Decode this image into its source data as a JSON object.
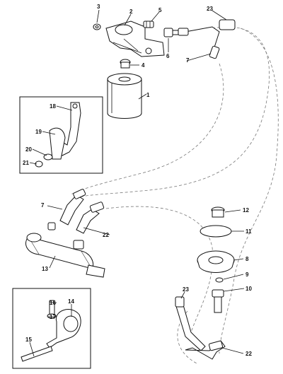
{
  "parts": [
    {
      "id": "p1",
      "label": "1"
    },
    {
      "id": "p2",
      "label": "2"
    },
    {
      "id": "p3",
      "label": "3"
    },
    {
      "id": "p4",
      "label": "4"
    },
    {
      "id": "p5",
      "label": "5"
    },
    {
      "id": "p6",
      "label": "6"
    },
    {
      "id": "p7a",
      "label": "7"
    },
    {
      "id": "p7b",
      "label": "7"
    },
    {
      "id": "p8",
      "label": "8"
    },
    {
      "id": "p9",
      "label": "9"
    },
    {
      "id": "p10",
      "label": "10"
    },
    {
      "id": "p11",
      "label": "11"
    },
    {
      "id": "p12",
      "label": "12"
    },
    {
      "id": "p13",
      "label": "13"
    },
    {
      "id": "p14",
      "label": "14"
    },
    {
      "id": "p15",
      "label": "15"
    },
    {
      "id": "p16",
      "label": "16"
    },
    {
      "id": "p17",
      "label": "17"
    },
    {
      "id": "p18",
      "label": "18"
    },
    {
      "id": "p19",
      "label": "19"
    },
    {
      "id": "p20",
      "label": "20"
    },
    {
      "id": "p21",
      "label": "21"
    },
    {
      "id": "p22a",
      "label": "22"
    },
    {
      "id": "p22b",
      "label": "22"
    },
    {
      "id": "p23a",
      "label": "23"
    },
    {
      "id": "p23b",
      "label": "23"
    }
  ]
}
